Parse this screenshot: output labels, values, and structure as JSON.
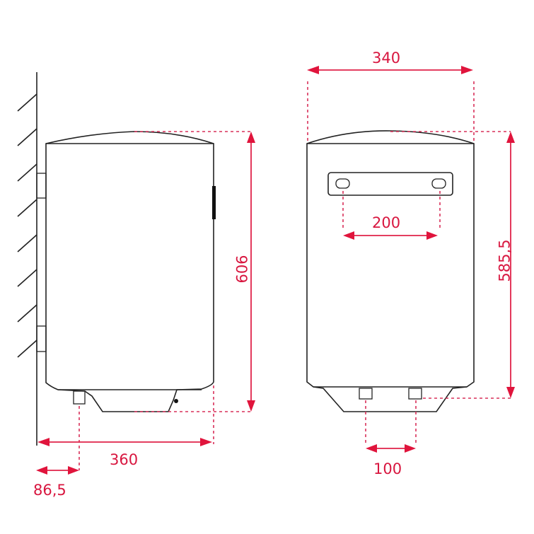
{
  "diagram": {
    "title": "Wall-mounted water heater dimensional drawing",
    "units": "mm",
    "colors": {
      "dimension": "#e0234a",
      "outline": "#222222",
      "background": "#ffffff"
    },
    "side_view": {
      "name": "side view mounted on wall",
      "dimensions": {
        "depth": "360",
        "pipe_offset_from_wall": "86,5",
        "height": "606"
      }
    },
    "front_view": {
      "name": "front view",
      "dimensions": {
        "width": "340",
        "bracket_hole_spacing": "200",
        "height_to_pipes": "585,5",
        "pipe_spacing": "100"
      }
    }
  }
}
